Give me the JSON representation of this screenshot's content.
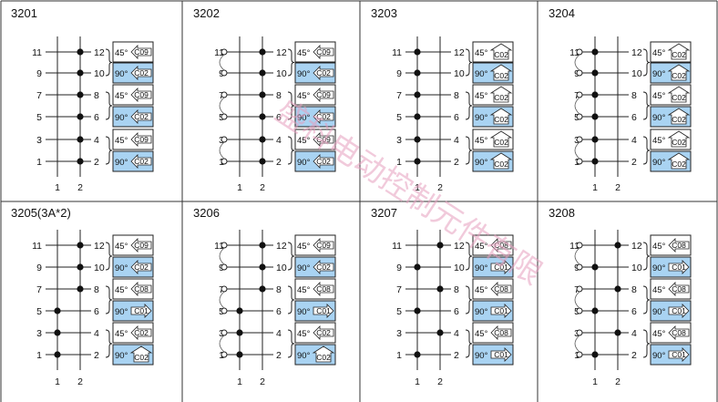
{
  "accent": {
    "box_fill": "#a9d3f2",
    "box_border": "#222222",
    "watermark": "#e6a0bf"
  },
  "watermark_text": "盛科电动控制元件有限",
  "row_labels": [
    {
      "left": "11",
      "right": "12"
    },
    {
      "left": "9",
      "right": "10"
    },
    {
      "left": "7",
      "right": "8"
    },
    {
      "left": "5",
      "right": "6"
    },
    {
      "left": "3",
      "right": "4"
    },
    {
      "left": "1",
      "right": "2"
    }
  ],
  "axis_labels": [
    "1",
    "2"
  ],
  "angles": [
    "45°",
    "90°"
  ],
  "panels": [
    {
      "title": "3201",
      "hollow": false,
      "dots": [
        [
          0,
          1
        ],
        [
          0,
          1
        ],
        [
          0,
          1
        ],
        [
          0,
          1
        ],
        [
          0,
          1
        ],
        [
          0,
          1
        ]
      ],
      "codes": [
        "C09",
        "C02",
        "C09",
        "C02",
        "C09",
        "C02"
      ],
      "dir": [
        "L",
        "L",
        "L",
        "L",
        "L",
        "L"
      ]
    },
    {
      "title": "3202",
      "hollow": true,
      "dots": [
        [
          0,
          1
        ],
        [
          0,
          1
        ],
        [
          0,
          1
        ],
        [
          0,
          1
        ],
        [
          0,
          1
        ],
        [
          0,
          1
        ]
      ],
      "codes": [
        "C09",
        "C02",
        "C09",
        "C02",
        "C09",
        "C02"
      ],
      "dir": [
        "L",
        "L",
        "L",
        "L",
        "L",
        "L"
      ]
    },
    {
      "title": "3203",
      "hollow": false,
      "dots": [
        [
          1,
          0
        ],
        [
          1,
          0
        ],
        [
          1,
          0
        ],
        [
          1,
          0
        ],
        [
          1,
          0
        ],
        [
          1,
          0
        ]
      ],
      "codes": [
        "C02",
        "C02",
        "C02",
        "C02",
        "C02",
        "C02"
      ],
      "dir": [
        "U",
        "U",
        "U",
        "U",
        "U",
        "U"
      ]
    },
    {
      "title": "3204",
      "hollow": true,
      "dots": [
        [
          1,
          0
        ],
        [
          1,
          0
        ],
        [
          1,
          0
        ],
        [
          1,
          0
        ],
        [
          1,
          0
        ],
        [
          1,
          0
        ]
      ],
      "codes": [
        "C02",
        "C02",
        "C02",
        "C02",
        "C02",
        "C02"
      ],
      "dir": [
        "U",
        "U",
        "U",
        "U",
        "U",
        "U"
      ]
    },
    {
      "title": "3205(3A*2)",
      "hollow": false,
      "dots": [
        [
          0,
          1
        ],
        [
          0,
          1
        ],
        [
          0,
          1
        ],
        [
          1,
          0
        ],
        [
          1,
          0
        ],
        [
          1,
          0
        ]
      ],
      "codes": [
        "C09",
        "C02",
        "C08",
        "C01",
        "C02",
        "C02"
      ],
      "dir": [
        "L",
        "L",
        "L",
        "R",
        "L",
        "U"
      ]
    },
    {
      "title": "3206",
      "hollow": true,
      "dots": [
        [
          0,
          1
        ],
        [
          0,
          1
        ],
        [
          0,
          1
        ],
        [
          1,
          0
        ],
        [
          1,
          0
        ],
        [
          1,
          0
        ]
      ],
      "codes": [
        "C09",
        "C02",
        "C08",
        "C01",
        "C02",
        "C02"
      ],
      "dir": [
        "L",
        "L",
        "L",
        "R",
        "L",
        "U"
      ]
    },
    {
      "title": "3207",
      "hollow": false,
      "dots": [
        [
          0,
          1
        ],
        [
          1,
          0
        ],
        [
          0,
          1
        ],
        [
          1,
          0
        ],
        [
          0,
          1
        ],
        [
          1,
          0
        ]
      ],
      "codes": [
        "C08",
        "C01",
        "C08",
        "C01",
        "C08",
        "C01"
      ],
      "dir": [
        "L",
        "R",
        "L",
        "R",
        "L",
        "R"
      ]
    },
    {
      "title": "3208",
      "hollow": true,
      "dots": [
        [
          0,
          1
        ],
        [
          1,
          0
        ],
        [
          0,
          1
        ],
        [
          1,
          0
        ],
        [
          0,
          1
        ],
        [
          1,
          0
        ]
      ],
      "codes": [
        "C08",
        "C01",
        "C08",
        "C01",
        "C08",
        "C01"
      ],
      "dir": [
        "L",
        "R",
        "L",
        "R",
        "L",
        "R"
      ]
    }
  ]
}
